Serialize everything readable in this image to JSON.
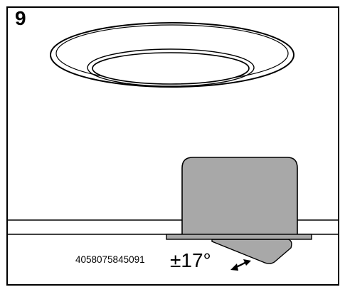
{
  "step": {
    "number": "9"
  },
  "article_number": "4058075845091",
  "tilt": {
    "angle_label": "±17°"
  },
  "icons": {
    "ring": "downlight-ring-icon",
    "housing": "downlight-housing-icon",
    "rotate": "rotation-arrow-icon"
  },
  "colors": {
    "line": "#000000",
    "housing_fill": "#a8a8a8",
    "background": "#ffffff"
  }
}
